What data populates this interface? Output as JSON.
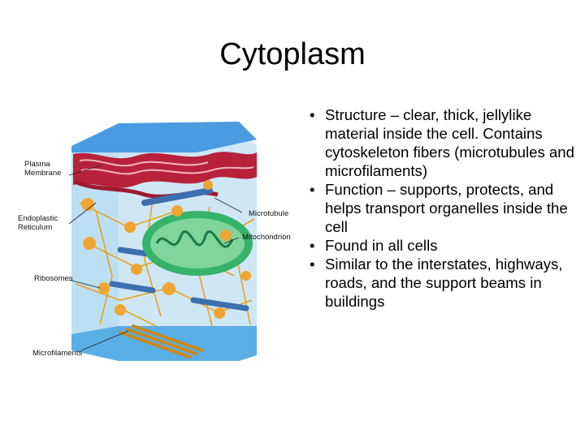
{
  "slide": {
    "title": "Cytoplasm",
    "bullets": [
      "Structure – clear, thick, jellylike material inside the cell.  Contains cytoskeleton fibers (microtubules and microfilaments)",
      "Function – supports, protects, and helps transport organelles inside the cell",
      "Found in all cells",
      "Similar to the interstates, highways, roads, and the support beams in buildings"
    ]
  },
  "figure": {
    "labels": {
      "plasma_membrane_1": "Plasma",
      "plasma_membrane_2": "Membrane",
      "er_1": "Endoplastic",
      "er_2": "Reticulum",
      "ribosomes": "Ribosomes",
      "microfilaments": "Microfilaments",
      "microtubule": "Microtubule",
      "mitochondrion": "Mitochondrion"
    },
    "colors": {
      "cell_top": "#4a9be0",
      "cell_side": "#bfe0f4",
      "membrane_red": "#b8213a",
      "er_red": "#9c1b2f",
      "microtubule_blue": "#3b6fb0",
      "mitochondrion_green": "#37b26a",
      "filament_gold": "#e3a51e",
      "floor_blue": "#5aaee6"
    }
  }
}
